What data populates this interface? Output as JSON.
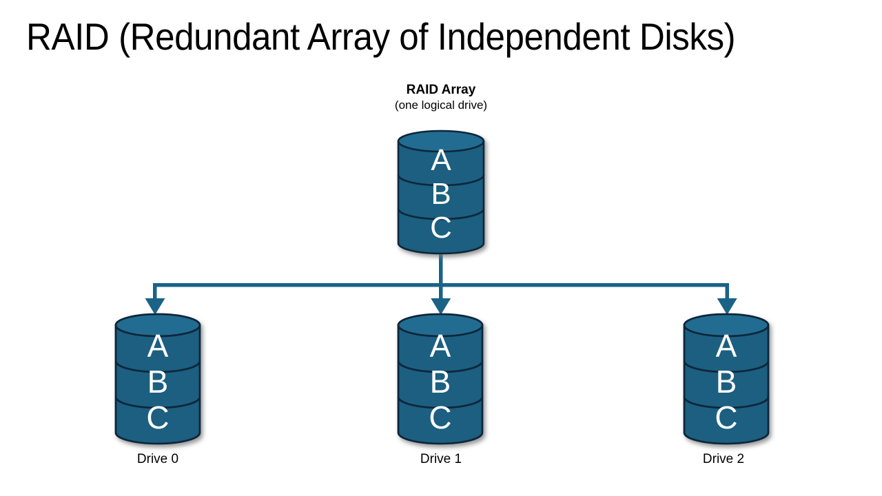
{
  "page": {
    "title": "RAID (Redundant Array of Independent Disks)",
    "background_color": "#ffffff"
  },
  "colors": {
    "cylinder_body": "#1B5E80",
    "cylinder_top": "#216C92",
    "cylinder_stroke": "#10283A",
    "connector": "#1B6287",
    "label_text": "#FFFFFF",
    "text": "#000000",
    "shadow": "#9a9a9a"
  },
  "array": {
    "caption_title": "RAID Array",
    "caption_subtitle": "(one logical drive)",
    "segments": [
      "A",
      "B",
      "C"
    ]
  },
  "connectors": {
    "type": "bus-with-arrows",
    "arrow_count": 3,
    "description": "vertical stem from array down to horizontal bus, then three down arrows into the drives"
  },
  "drives": [
    {
      "label": "Drive 0",
      "segments": [
        "A",
        "B",
        "C"
      ]
    },
    {
      "label": "Drive 1",
      "segments": [
        "A",
        "B",
        "C"
      ]
    },
    {
      "label": "Drive 2",
      "segments": [
        "A",
        "B",
        "C"
      ]
    }
  ]
}
